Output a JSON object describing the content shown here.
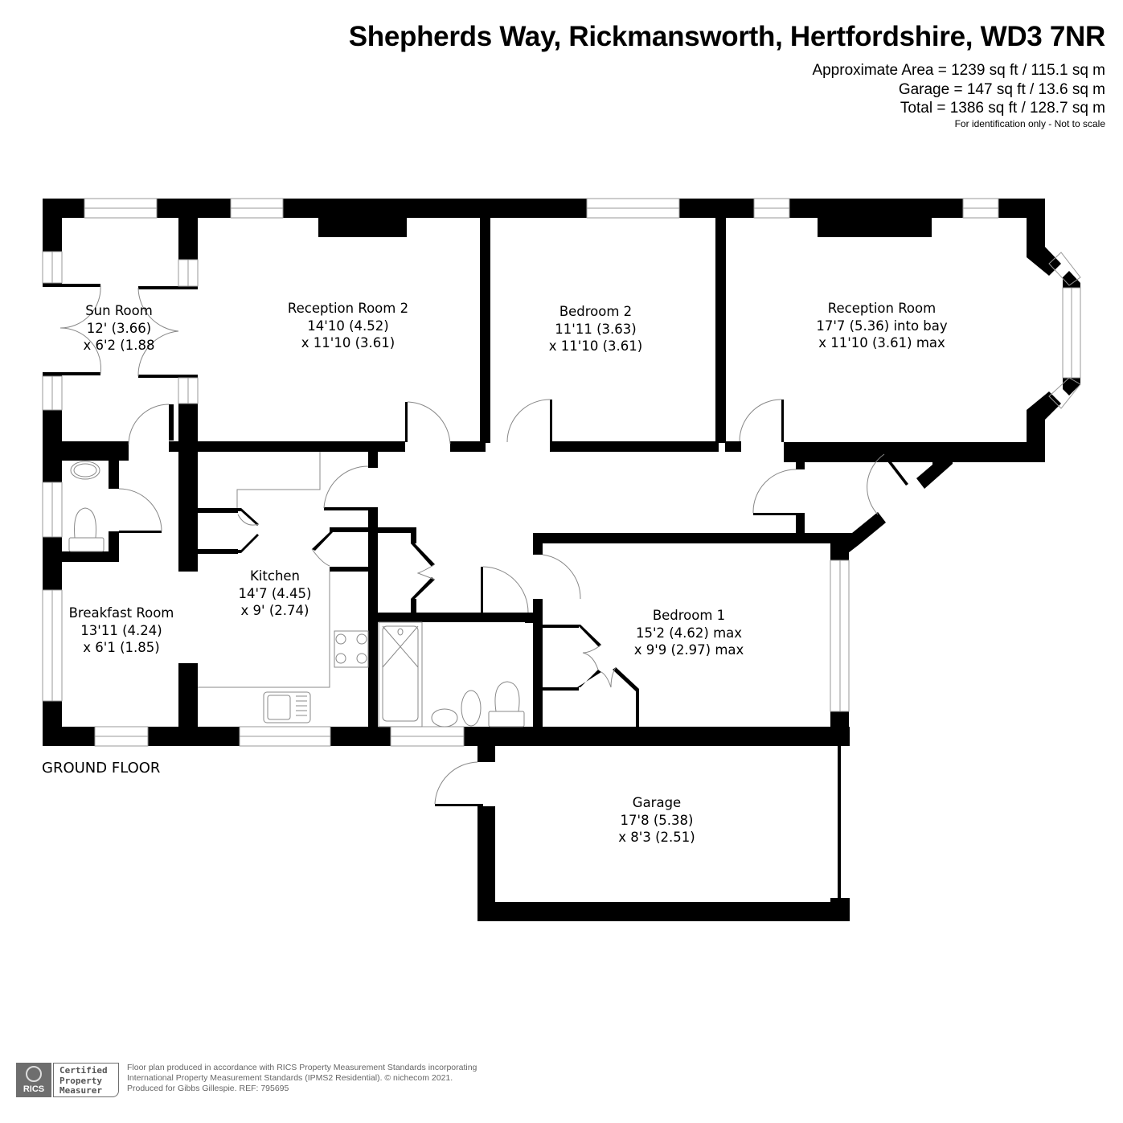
{
  "header": {
    "title": "Shepherds Way, Rickmansworth, Hertfordshire, WD3 7NR",
    "area_line": "Approximate Area = 1239 sq ft / 115.1 sq m",
    "garage_line": "Garage = 147 sq ft / 13.6 sq m",
    "total_line": "Total = 1386 sq ft / 128.7 sq m",
    "note": "For identification only - Not to scale"
  },
  "floor": {
    "label": "GROUND FLOOR"
  },
  "rooms": [
    {
      "name": "Sun Room",
      "dim1": "12' (3.66)",
      "dim2": "x 6'2 (1.88"
    },
    {
      "name": "Reception Room 2",
      "dim1": "14'10 (4.52)",
      "dim2": "x 11'10 (3.61)"
    },
    {
      "name": "Bedroom 2",
      "dim1": "11'11 (3.63)",
      "dim2": "x 11'10 (3.61)"
    },
    {
      "name": "Reception Room",
      "dim1": "17'7 (5.36) into bay",
      "dim2": "x 11'10 (3.61) max"
    },
    {
      "name": "Kitchen",
      "dim1": "14'7 (4.45)",
      "dim2": "x 9' (2.74)"
    },
    {
      "name": "Breakfast Room",
      "dim1": "13'11 (4.24)",
      "dim2": "x 6'1 (1.85)"
    },
    {
      "name": "Bedroom 1",
      "dim1": "15'2 (4.62) max",
      "dim2": "x 9'9 (2.97) max"
    },
    {
      "name": "Garage",
      "dim1": "17'8 (5.38)",
      "dim2": "x 8'3 (2.51)"
    }
  ],
  "footer": {
    "badge_text": "RICS",
    "cert_line1": "Certified",
    "cert_line2": "Property",
    "cert_line3": "Measurer",
    "text_line1": "Floor plan produced in accordance with RICS Property Measurement Standards incorporating",
    "text_line2": "International Property Measurement Standards (IPMS2 Residential).   © nichecom 2021.",
    "text_line3": "Produced for Gibbs Gillespie.   REF: 795695"
  },
  "colors": {
    "wall": "#000000",
    "fixture_line": "#8c8c8c",
    "badge_grey": "#6e6e6e"
  }
}
